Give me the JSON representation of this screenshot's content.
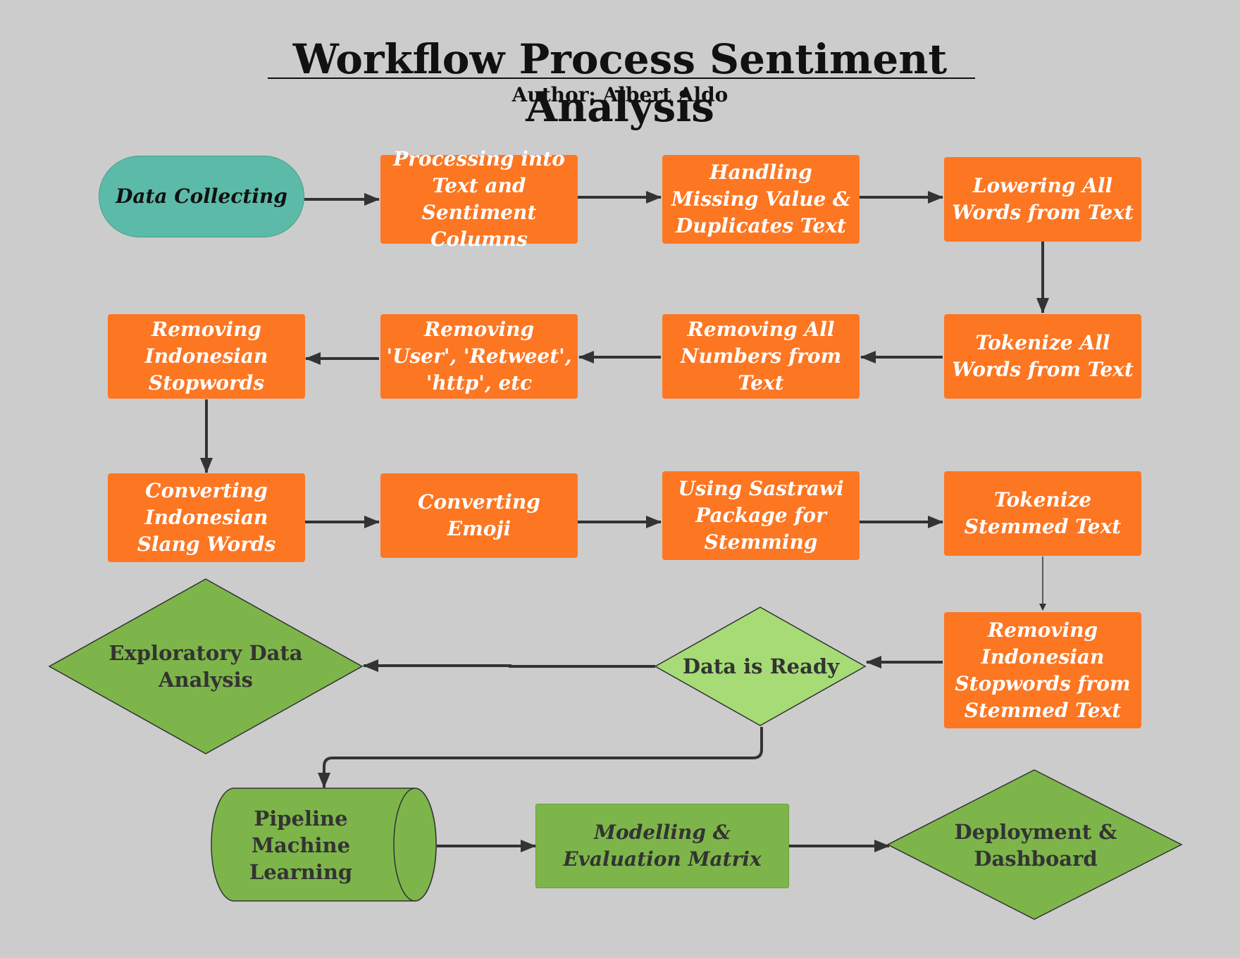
{
  "header": {
    "title": "Workflow Process Sentiment Analysis",
    "author": "Author: Albert Aldo"
  },
  "colors": {
    "background": "#cccccc",
    "process": "#fd7622",
    "terminator": "#5cbba8",
    "decision_dark": "#7db54a",
    "decision_light": "#a6db76",
    "arrow": "#333333"
  },
  "nodes": {
    "data_collecting": "Data Collecting",
    "processing_columns": "Processing into Text and Sentiment Columns",
    "handling_missing": "Handling Missing Value & Duplicates Text",
    "lowering_words": "Lowering All Words from Text",
    "tokenize_words": "Tokenize All Words from Text",
    "removing_numbers": "Removing All Numbers from Text",
    "removing_user": "Removing 'User', 'Retweet', 'http', etc",
    "removing_stopwords": "Removing Indonesian Stopwords",
    "converting_slang": "Converting Indonesian Slang Words",
    "converting_emoji": "Converting Emoji",
    "sastrawi_stemming": "Using Sastrawi Package for Stemming",
    "tokenize_stemmed": "Tokenize Stemmed Text",
    "removing_stopwords_stemmed": "Removing Indonesian Stopwords from Stemmed Text",
    "data_ready": "Data is Ready",
    "eda": "Exploratory Data Analysis",
    "pipeline_ml": "Pipeline Machine Learning",
    "modelling": "Modelling & Evaluation Matrix",
    "deployment": "Deployment & Dashboard"
  }
}
